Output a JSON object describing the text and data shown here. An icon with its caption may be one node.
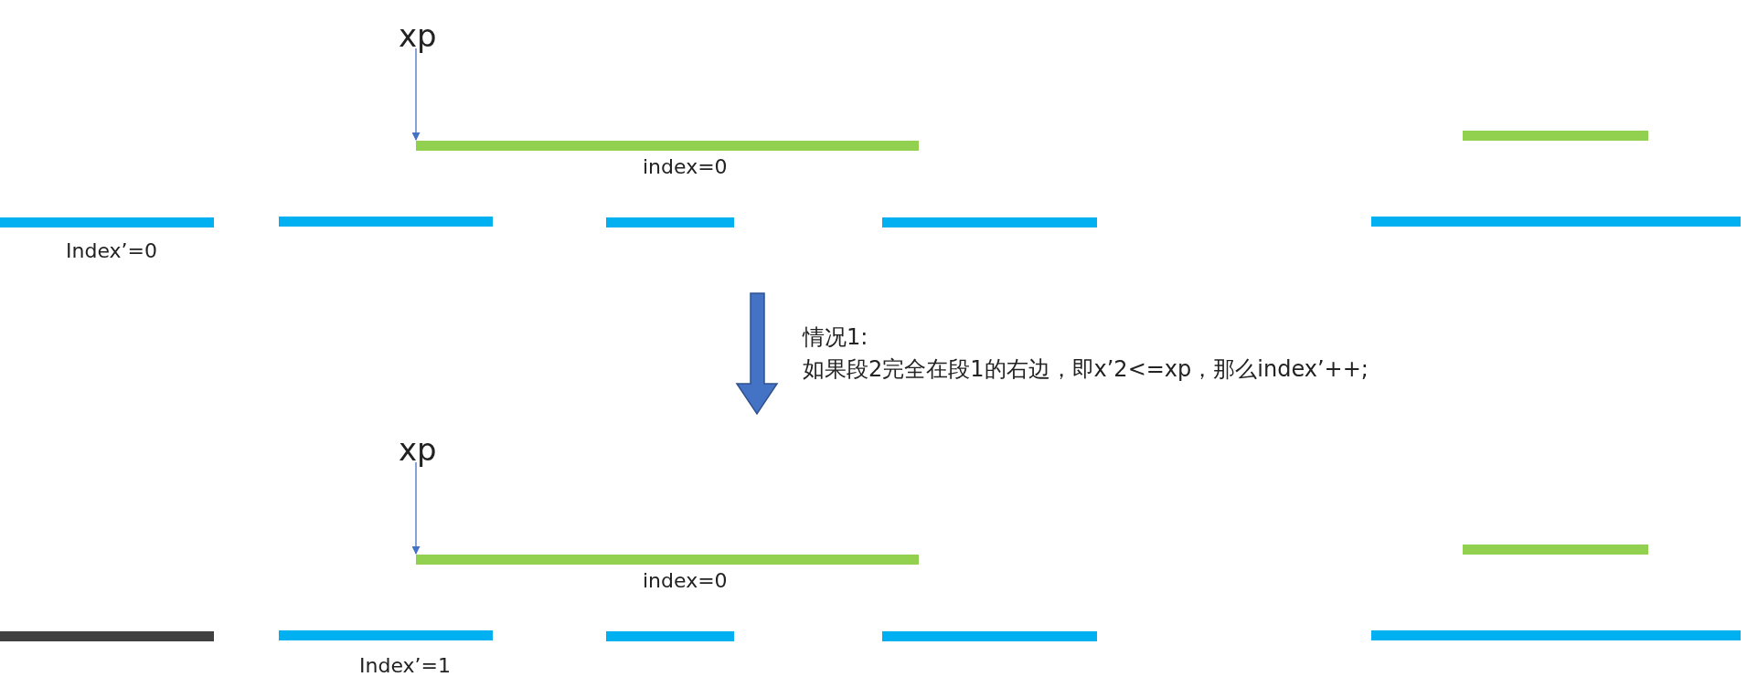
{
  "diagram": {
    "nodes": [
      {
        "text": [
          "xp"
        ]
      },
      {
        "text": [],
        "shape": "bar",
        "beside": [
          "index=0"
        ]
      },
      {
        "text": [],
        "shape": "bar"
      },
      {
        "text": [],
        "shape": "bar",
        "beside": [
          "Index’=0"
        ]
      },
      {
        "text": [],
        "shape": "bar"
      },
      {
        "text": [],
        "shape": "bar"
      },
      {
        "text": [],
        "shape": "bar"
      },
      {
        "text": [],
        "shape": "bar"
      },
      {
        "text": [
          "xp"
        ]
      },
      {
        "text": [],
        "shape": "bar",
        "beside": [
          "index=0"
        ]
      },
      {
        "text": [],
        "shape": "bar"
      },
      {
        "text": [],
        "shape": "bar"
      },
      {
        "text": [],
        "shape": "bar",
        "beside": [
          "Index’=1"
        ]
      },
      {
        "text": [],
        "shape": "bar"
      },
      {
        "text": [],
        "shape": "bar"
      },
      {
        "text": [],
        "shape": "bar"
      }
    ],
    "edges": [
      {
        "from": 0,
        "to": 1,
        "arrow": "to"
      },
      {
        "from": 8,
        "to": 9,
        "arrow": "to"
      }
    ],
    "labels": [
      "情况1:",
      "如果段2完全在段1的右边，即x’2<=xp，那么index’++;"
    ]
  }
}
